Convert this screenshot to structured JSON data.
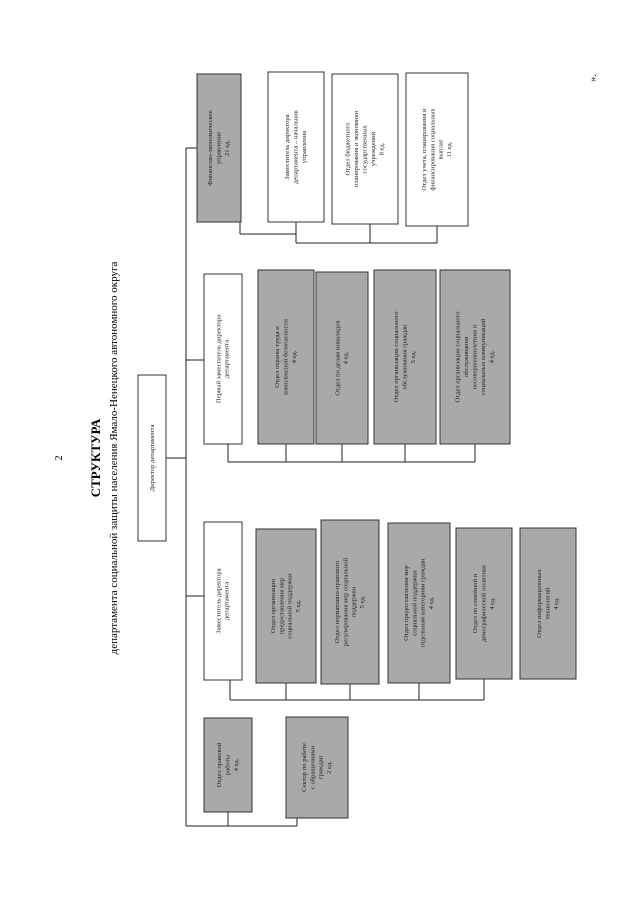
{
  "page_number": "2",
  "title": "СТРУКТУРА",
  "subtitle": "департамента социальной защиты населения Ямало-Ненецкого автономного округа",
  "closing_mark": "».",
  "director": {
    "label": "Директор департамента"
  },
  "branches": [
    {
      "head": {
        "lines": [
          "Заместитель директора",
          "департамента"
        ]
      },
      "units": [
        {
          "lines": [
            "Отдел организации",
            "предоставления мер",
            "социальной поддержки",
            "5 ед."
          ]
        },
        {
          "lines": [
            "Отдел нормативно-правового",
            "регулирования мер социальной",
            "поддержки",
            "5 ед."
          ]
        },
        {
          "lines": [
            "Отдел предоставления мер",
            "социальной поддержки",
            "отдельным категориям граждан",
            "4 ед."
          ]
        },
        {
          "lines": [
            "Отдел по семейной и",
            "демографической политике",
            "4 ед."
          ]
        },
        {
          "lines": [
            "Отдел информационных",
            "технологий",
            "4 ед."
          ]
        }
      ]
    },
    {
      "head": {
        "lines": [
          "Первый заместитель директора",
          "департамента"
        ]
      },
      "units": [
        {
          "lines": [
            "Отдел охраны труда и",
            "комплексной безопасности",
            "4 ед."
          ]
        },
        {
          "lines": [
            "Отдел по делам инвалидов",
            "4 ед."
          ]
        },
        {
          "lines": [
            "Отдел организации социального",
            "обслуживания граждан",
            "5 ед."
          ]
        },
        {
          "lines": [
            "Отдел организации социального",
            "обслуживания",
            "несовершеннолетних и",
            "социальных коммуникаций",
            "4 ед."
          ]
        }
      ]
    },
    {
      "head": {
        "lines": [
          "Финансово-экономическое",
          "управление",
          "21 ед."
        ]
      },
      "units": [
        {
          "lines": [
            "Заместитель директора",
            "департамента – начальник",
            "управления"
          ]
        },
        {
          "lines": [
            "Отдел бюджетного",
            "планирования и экономики",
            "государственных",
            "учреждений",
            "8 ед."
          ]
        },
        {
          "lines": [
            "Отдел учета, планирования и",
            "финансирования социальных",
            "выплат",
            "11 ед."
          ]
        }
      ]
    }
  ],
  "direct_units": [
    {
      "lines": [
        "Отдел правовой",
        "работы",
        "4 ед."
      ]
    },
    {
      "lines": [
        "Сектор по работе",
        "с обращениями",
        "граждан",
        "2 ед."
      ]
    }
  ]
}
